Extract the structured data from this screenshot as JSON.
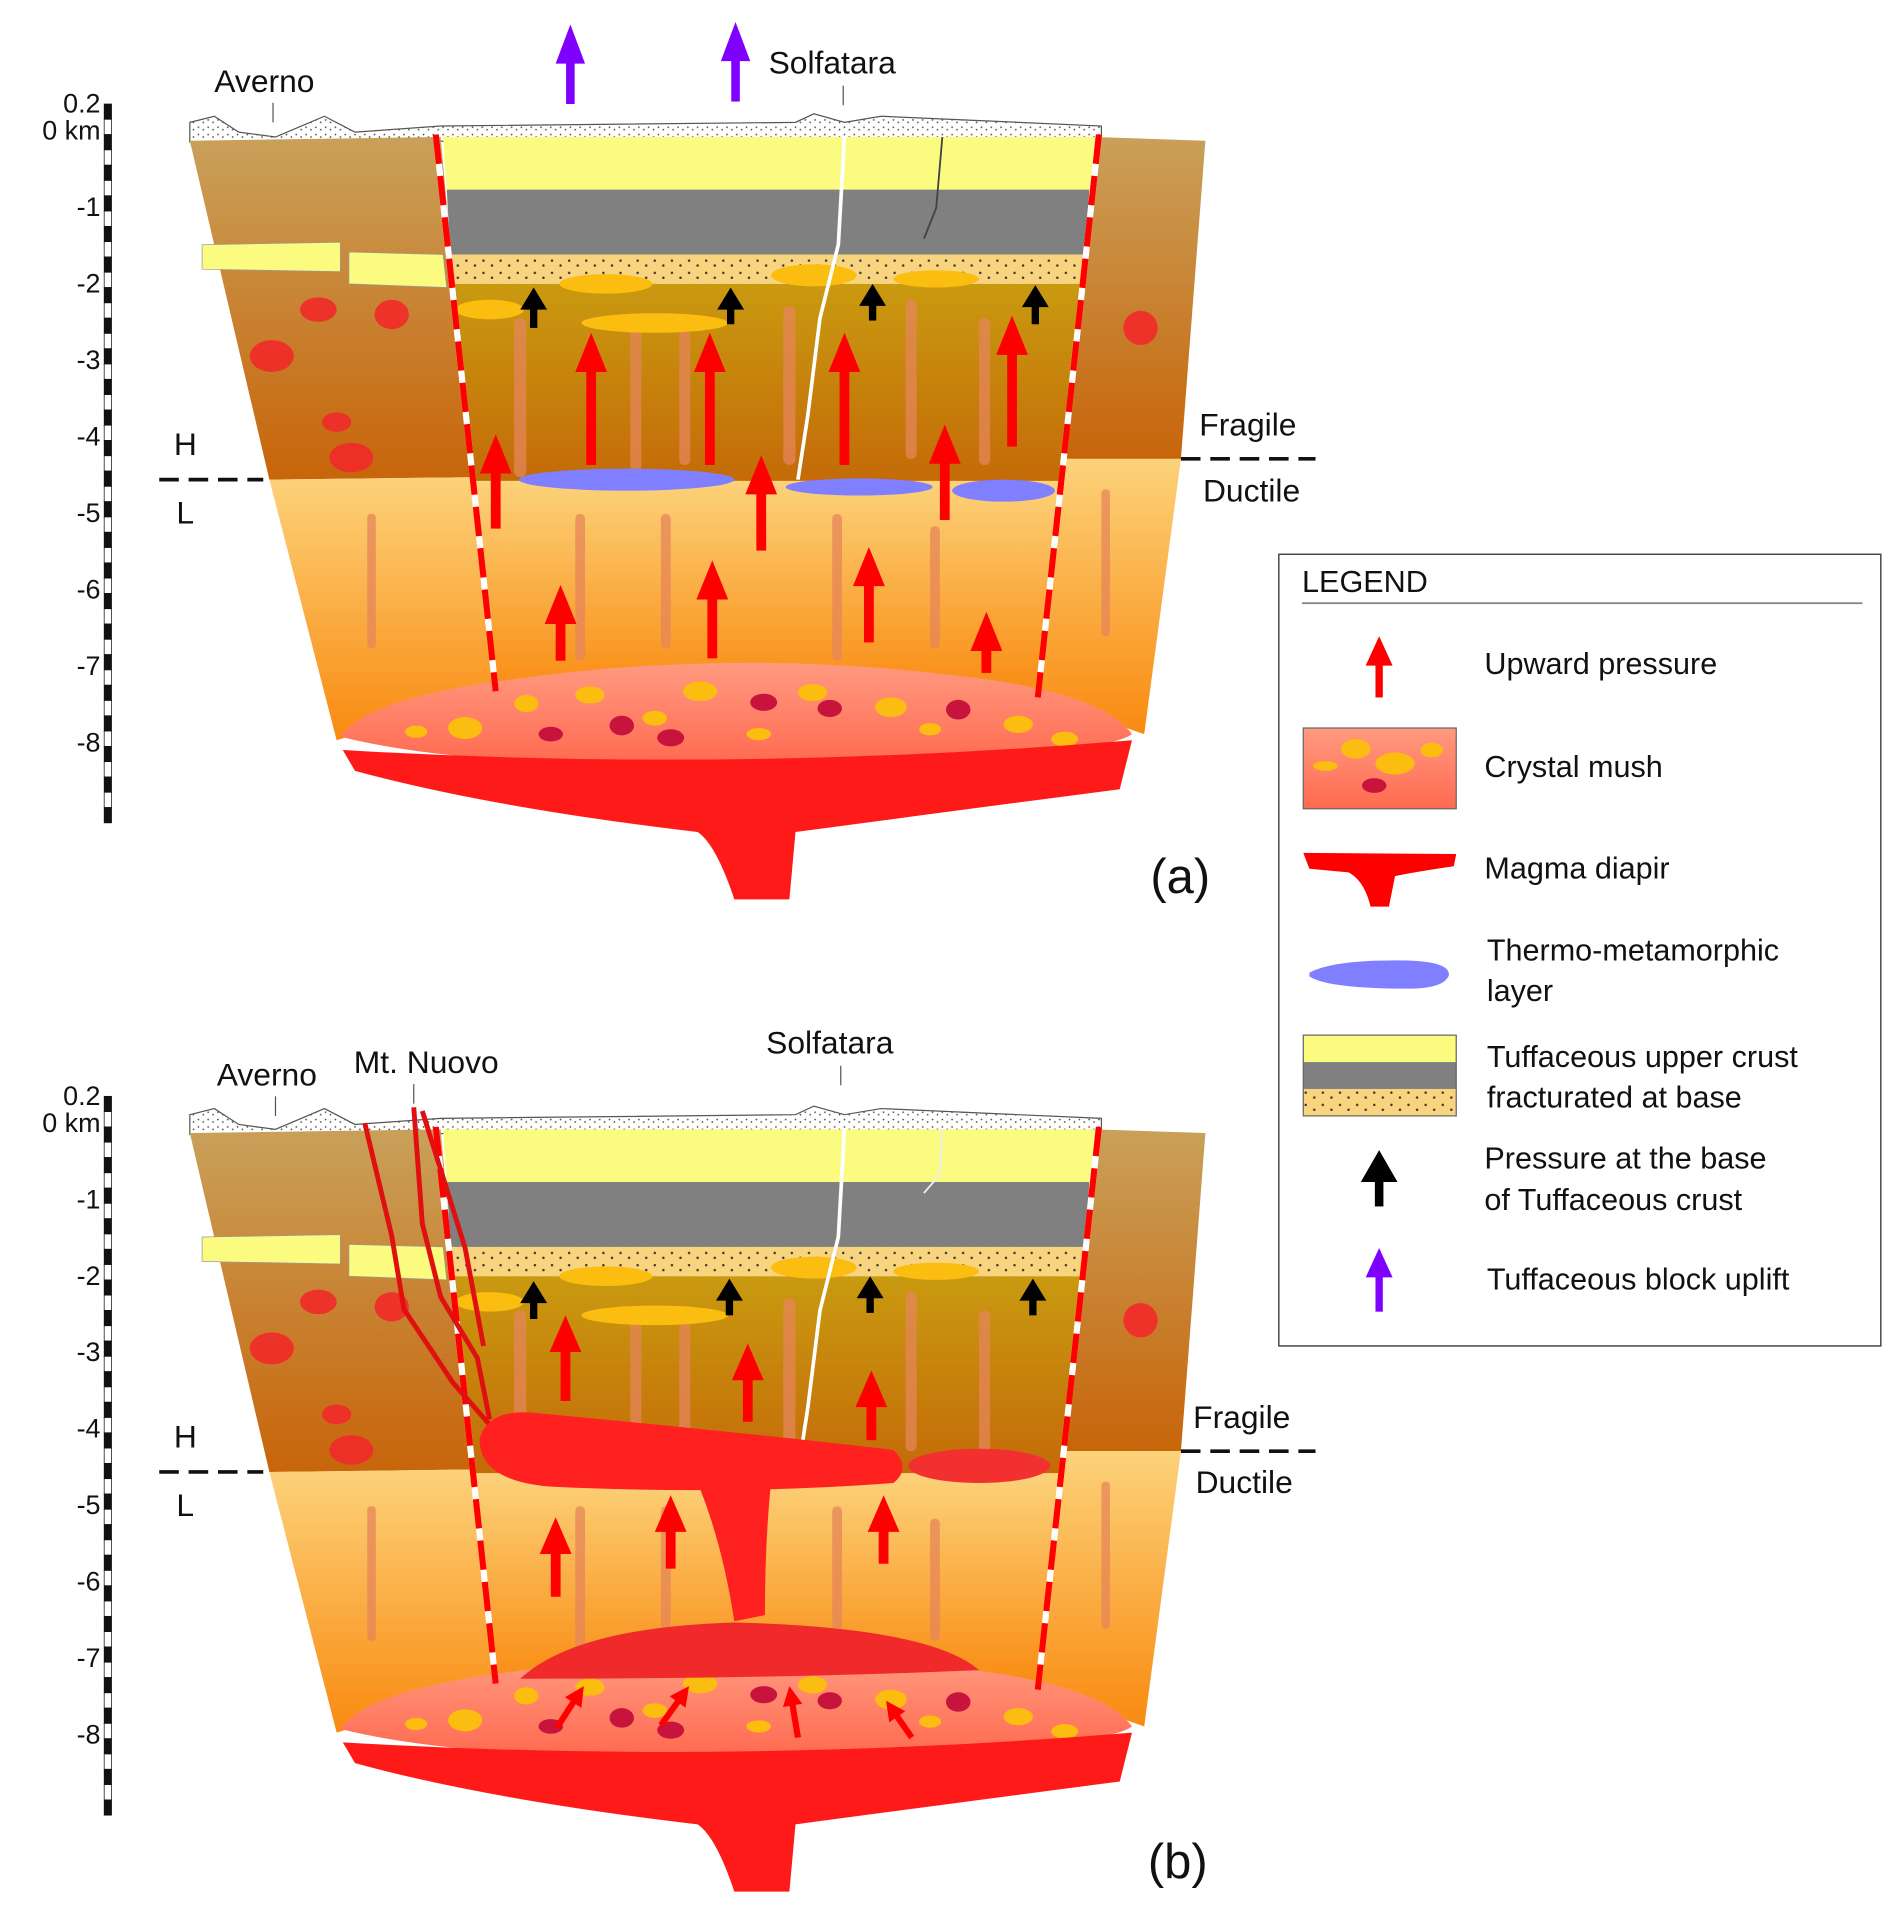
{
  "scale": {
    "unit_label": "0 km",
    "top_label": "0.2",
    "ticks": [
      "-1",
      "-2",
      "-3",
      "-4",
      "-5",
      "-6",
      "-7",
      "-8"
    ]
  },
  "panel_a": {
    "label": "(a)",
    "place_left": "Averno",
    "place_center": "Solfatara",
    "high": "H",
    "low": "L",
    "fragile": "Fragile",
    "ductile": "Ductile"
  },
  "panel_b": {
    "label": "(b)",
    "place_left": "Averno",
    "place_mid": "Mt. Nuovo",
    "place_center": "Solfatara",
    "high": "H",
    "low": "L",
    "fragile": "Fragile",
    "ductile": "Ductile"
  },
  "legend": {
    "title": "LEGEND",
    "items": [
      {
        "label": "Upward pressure"
      },
      {
        "label": "Crystal mush"
      },
      {
        "label": "Magma diapir"
      },
      {
        "label_line1": "Thermo-metamorphic",
        "label_line2": "layer"
      },
      {
        "label_line1": "Tuffaceous upper crust",
        "label_line2": "fracturated at base"
      },
      {
        "label_line1": "Pressure at the base",
        "label_line2": "of Tuffaceous crust"
      },
      {
        "label": "Tuffaceous block uplift"
      }
    ]
  },
  "colors": {
    "upward_pressure": "#ff0000",
    "crust_pressure": "#000000",
    "block_uplift": "#8000ff",
    "thermo_layer": "#7f7fff",
    "magma": "#ff1a1a",
    "tuff_yellow": "#fbfb80",
    "tuff_gray": "#808080",
    "tuff_sand": "#f9d47f"
  }
}
